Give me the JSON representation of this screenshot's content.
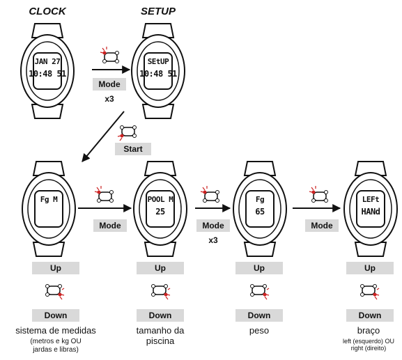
{
  "headings": {
    "clock": "CLOCK",
    "setup": "SETUP"
  },
  "watches": {
    "clock": {
      "line1": "JAN 27",
      "line2": "10:48 51"
    },
    "setup": {
      "line1": "SEtUP",
      "line2": "10:48 51"
    },
    "units": {
      "line1": "Fg M",
      "line2": ""
    },
    "pool": {
      "line1": "POOL M",
      "line2": "25"
    },
    "weight": {
      "line1": "Fg",
      "line2": "65"
    },
    "arm": {
      "line1": "LEFt",
      "line2": "HANd"
    }
  },
  "buttons": {
    "mode": "Mode",
    "start": "Start",
    "up": "Up",
    "down": "Down"
  },
  "repeat": {
    "x3_top": "x3",
    "x3_bottom": "x3"
  },
  "captions": {
    "units_title": "sistema de medidas",
    "units_detail_1": "(metros e kg OU",
    "units_detail_2": "jardas e libras)",
    "pool_title_1": "tamanho da",
    "pool_title_2": "piscina",
    "weight_title": "peso",
    "arm_title": "braço",
    "arm_detail_1": "left (esquerdo) OU",
    "arm_detail_2": "right (direito)"
  },
  "colors": {
    "led": "#cc2222",
    "label_bg": "#d9d9d9"
  }
}
